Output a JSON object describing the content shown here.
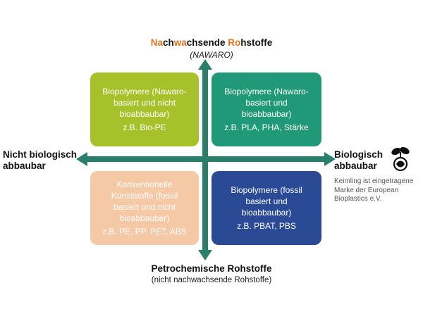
{
  "colors": {
    "axis": "#2a7f6a",
    "highlight": "#e8711c",
    "top_left": "#a6c12a",
    "top_right": "#1f9977",
    "bottom_left": "#f5c8a6",
    "bottom_right": "#2a4a96"
  },
  "axes": {
    "top": {
      "title_parts": [
        {
          "text": "Na",
          "hl": true
        },
        {
          "text": "ch",
          "hl": false
        },
        {
          "text": "wa",
          "hl": true
        },
        {
          "text": "chsende ",
          "hl": false
        },
        {
          "text": "Ro",
          "hl": true
        },
        {
          "text": "hstoffe",
          "hl": false
        }
      ],
      "subtitle": "(NAWARO)"
    },
    "bottom": {
      "title": "Petrochemische Rohstoffe",
      "subtitle": "(nicht nachwachsende Rohstoffe)"
    },
    "left": {
      "line1": "Nicht biologisch",
      "line2": "abbaubar"
    },
    "right": {
      "line1": "Biologisch",
      "line2": "abbaubar"
    }
  },
  "note": {
    "line1": "Keimling ist eingetragene",
    "line2": "Marke der European",
    "line3": "Bioplastics e.V."
  },
  "quadrants": {
    "top_left": {
      "lines": [
        "Biopolymere (Nawaro-",
        "basiert und nicht",
        "bioabbaubar)"
      ],
      "example": "z.B. Bio-PE"
    },
    "top_right": {
      "lines": [
        "Biopolymere (Nawaro-",
        "basiert und",
        "bioabbaubar)"
      ],
      "example": "z.B. PLA, PHA, Stärke"
    },
    "bottom_left": {
      "lines": [
        "Konventionelle",
        "Kunststoffe (fossil",
        "basiert und nicht",
        "bioabbaubar)"
      ],
      "example": "z.B. PE, PP, PET, ABS"
    },
    "bottom_right": {
      "lines": [
        "Biopolymere (fossil",
        "basiert und",
        "bioabbaubar)"
      ],
      "example": "z.B. PBAT, PBS"
    }
  },
  "icons": {
    "seedling": "seedling-logo-icon"
  }
}
